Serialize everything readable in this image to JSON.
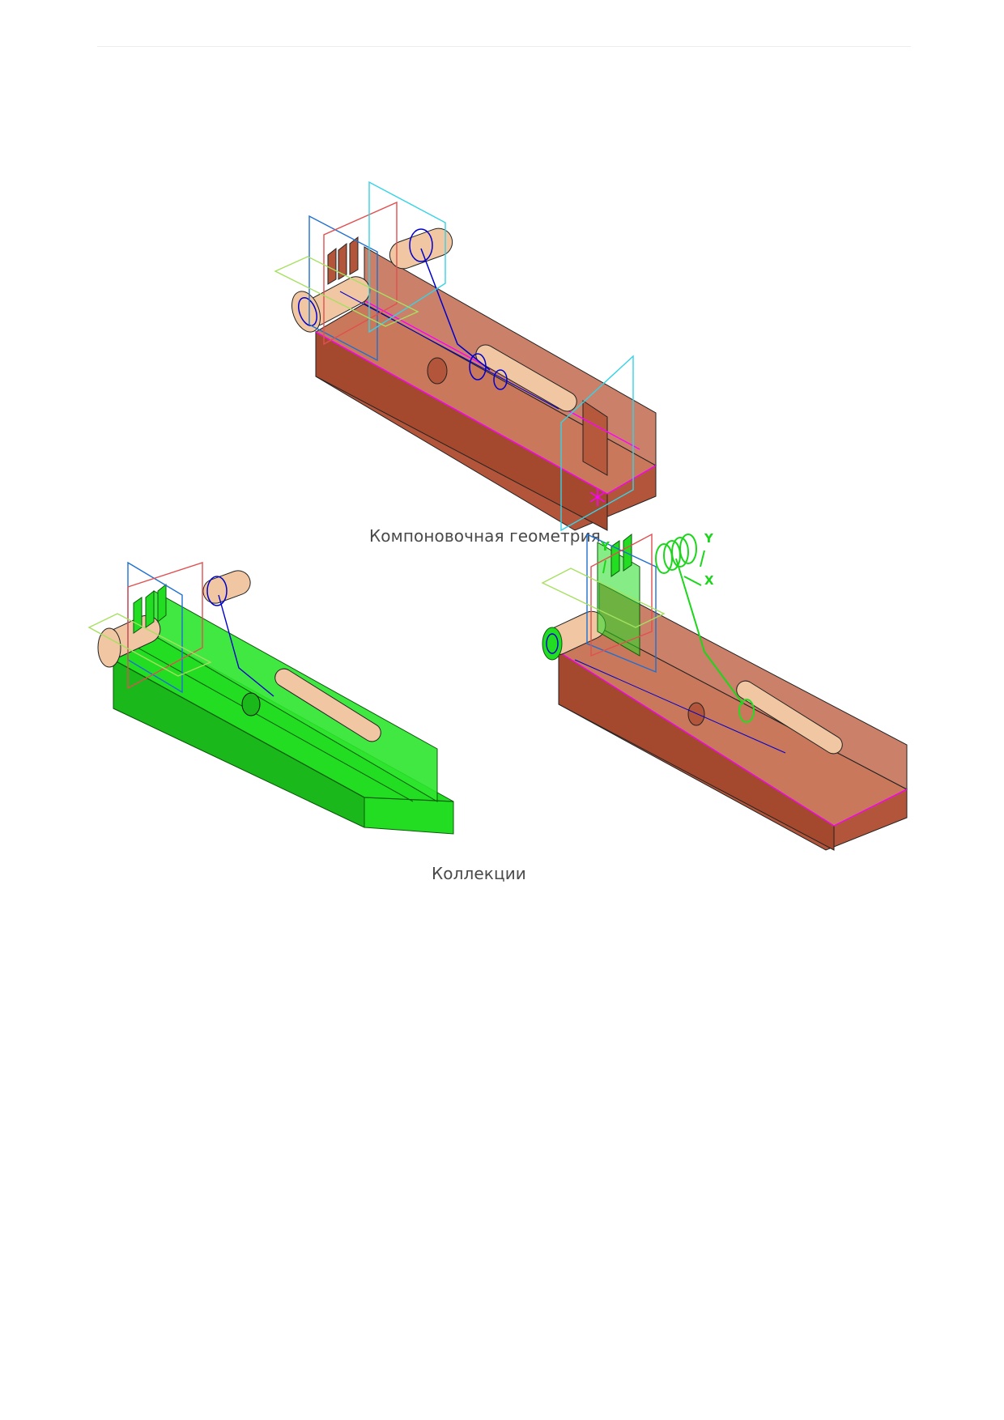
{
  "captions": {
    "layout": "Компоновочная геометрия",
    "collections": "Коллекции"
  },
  "axis_labels": {
    "y_left": "Y",
    "y_right": "Y",
    "x": "X"
  },
  "colors": {
    "body_fill": "#c26a4f",
    "body_dark": "#a4482e",
    "shaft": "#f0c7a2",
    "collection_green": "#22dd22",
    "plane_blue": "#1f6fd0",
    "plane_red": "#e05050",
    "plane_cyan": "#35d3e6",
    "plane_lime": "#a6e060",
    "magenta": "#ff00ff",
    "sketch_blue": "#0000cc"
  }
}
